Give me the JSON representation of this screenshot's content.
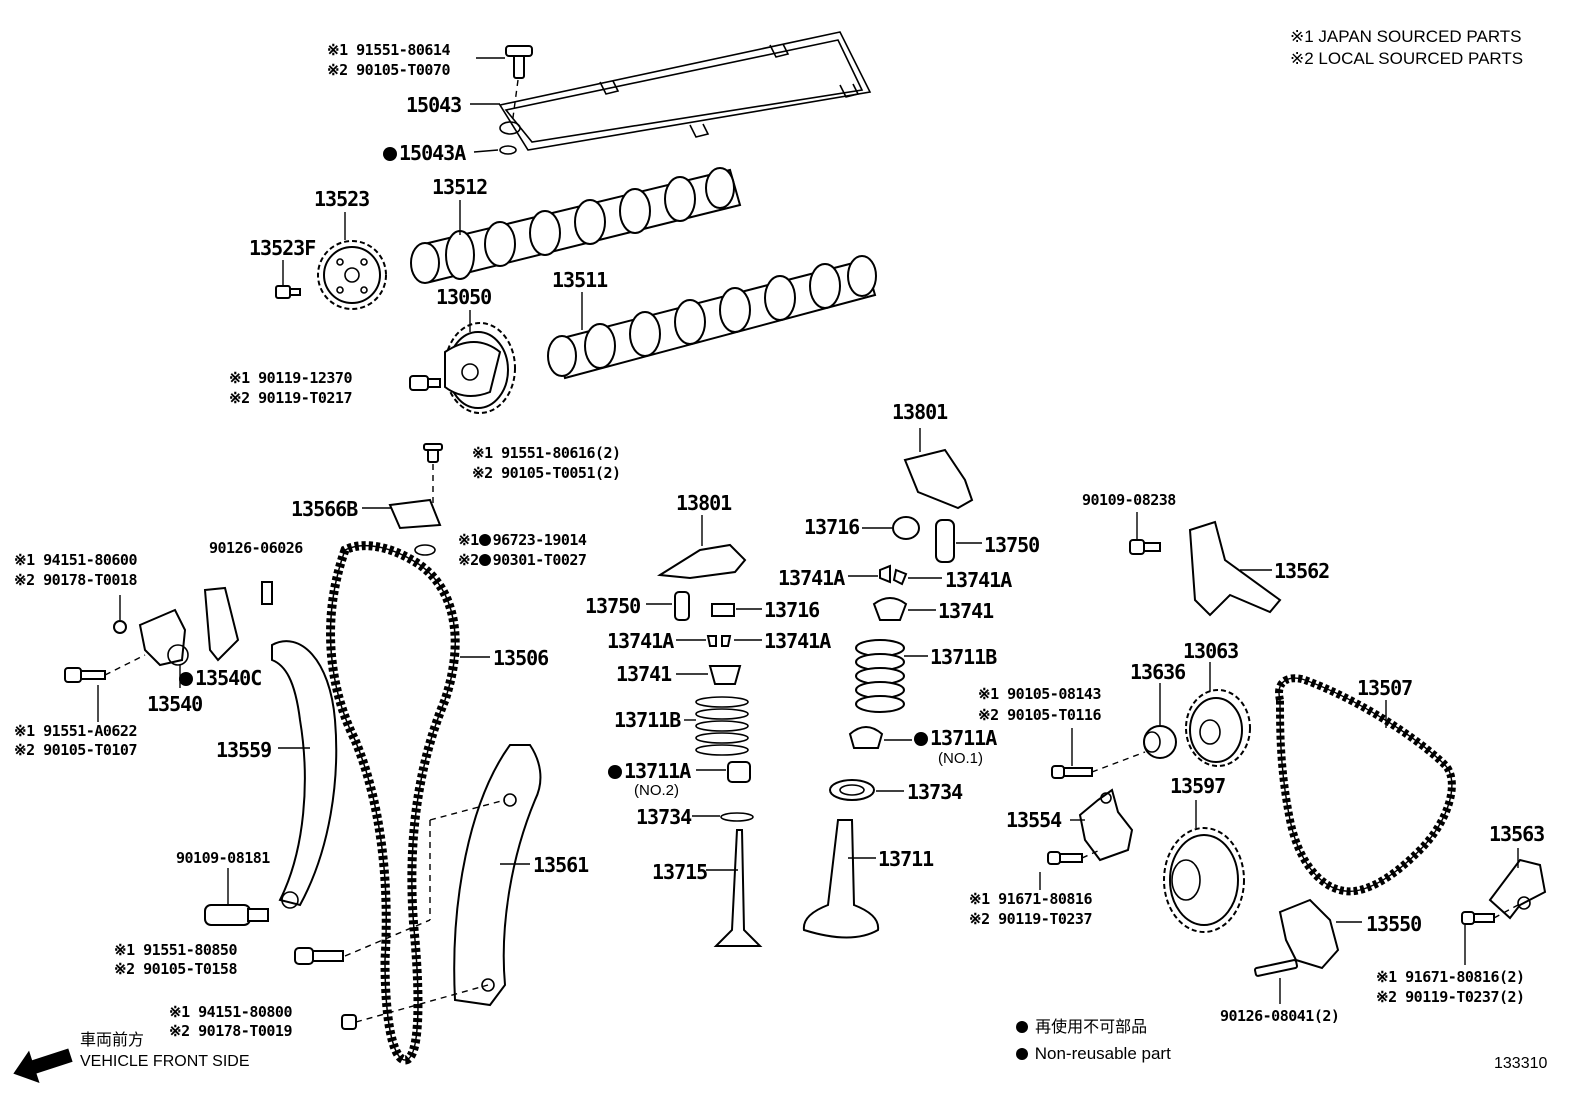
{
  "legend": {
    "japan": "※1 JAPAN SOURCED PARTS",
    "local": "※2 LOCAL SOURCED PARTS",
    "non_reusable_jp": "再使用不可部品",
    "non_reusable_en": "Non-reusable part"
  },
  "direction": {
    "jp": "車両前方",
    "en": "VEHICLE FRONT SIDE"
  },
  "figure_number": "133310",
  "parts": {
    "p15043_ref1": "※1 91551-80614",
    "p15043_ref2": "※2 90105-T0070",
    "p15043": "15043",
    "p15043a": "15043A",
    "p13512": "13512",
    "p13523": "13523",
    "p13523f": "13523F",
    "p13511": "13511",
    "p13050": "13050",
    "p13050_ref1": "※1 90119-12370",
    "p13050_ref2": "※2 90119-T0217",
    "p13566b_ref1": "※1 91551-80616(2)",
    "p13566b_ref2": "※2 90105-T0051(2)",
    "p13566b": "13566B",
    "gasket_ref1": "96723-19014",
    "gasket_ref2": "90301-T0027",
    "gasket_ref1_mark": "※1",
    "gasket_ref2_mark": "※2",
    "p90126_06026": "90126-06026",
    "p13540_ref1": "※1 94151-80600",
    "p13540_ref2": "※2 90178-T0018",
    "p13540c": "13540C",
    "p13540": "13540",
    "p13540_bolt_ref1": "※1 91551-A0622",
    "p13540_bolt_ref2": "※2 90105-T0107",
    "p13559": "13559",
    "p13506": "13506",
    "p90109_08181": "90109-08181",
    "p13561": "13561",
    "p13561_bolt_ref1": "※1 91551-80850",
    "p13561_bolt_ref2": "※2 90105-T0158",
    "p_nut_ref1": "※1 94151-80800",
    "p_nut_ref2": "※2 90178-T0019",
    "p13801_a": "13801",
    "p13801_b": "13801",
    "p13750_a": "13750",
    "p13750_b": "13750",
    "p13716_a": "13716",
    "p13716_b": "13716",
    "p13741a_1": "13741A",
    "p13741a_2": "13741A",
    "p13741a_3": "13741A",
    "p13741a_4": "13741A",
    "p13741_a": "13741",
    "p13741_b": "13741",
    "p13711b_a": "13711B",
    "p13711b_b": "13711B",
    "p13711a_no2": "13711A",
    "p13711a_no2_sub": "(NO.2)",
    "p13711a_no1": "13711A",
    "p13711a_no1_sub": "(NO.1)",
    "p13734_a": "13734",
    "p13734_b": "13734",
    "p13715": "13715",
    "p13711": "13711",
    "p90109_08238": "90109-08238",
    "p13562": "13562",
    "p13636": "13636",
    "p13063": "13063",
    "p13636_ref1": "※1 90105-08143",
    "p13636_ref2": "※2 90105-T0116",
    "p13507": "13507",
    "p13554": "13554",
    "p13597": "13597",
    "p13554_ref1": "※1 91671-80816",
    "p13554_ref2": "※2 90119-T0237",
    "p13563": "13563",
    "p13550": "13550",
    "p13563_ref1": "※1 91671-80816(2)",
    "p13563_ref2": "※2 90119-T0237(2)",
    "p90126_08041": "90126-08041(2)"
  }
}
